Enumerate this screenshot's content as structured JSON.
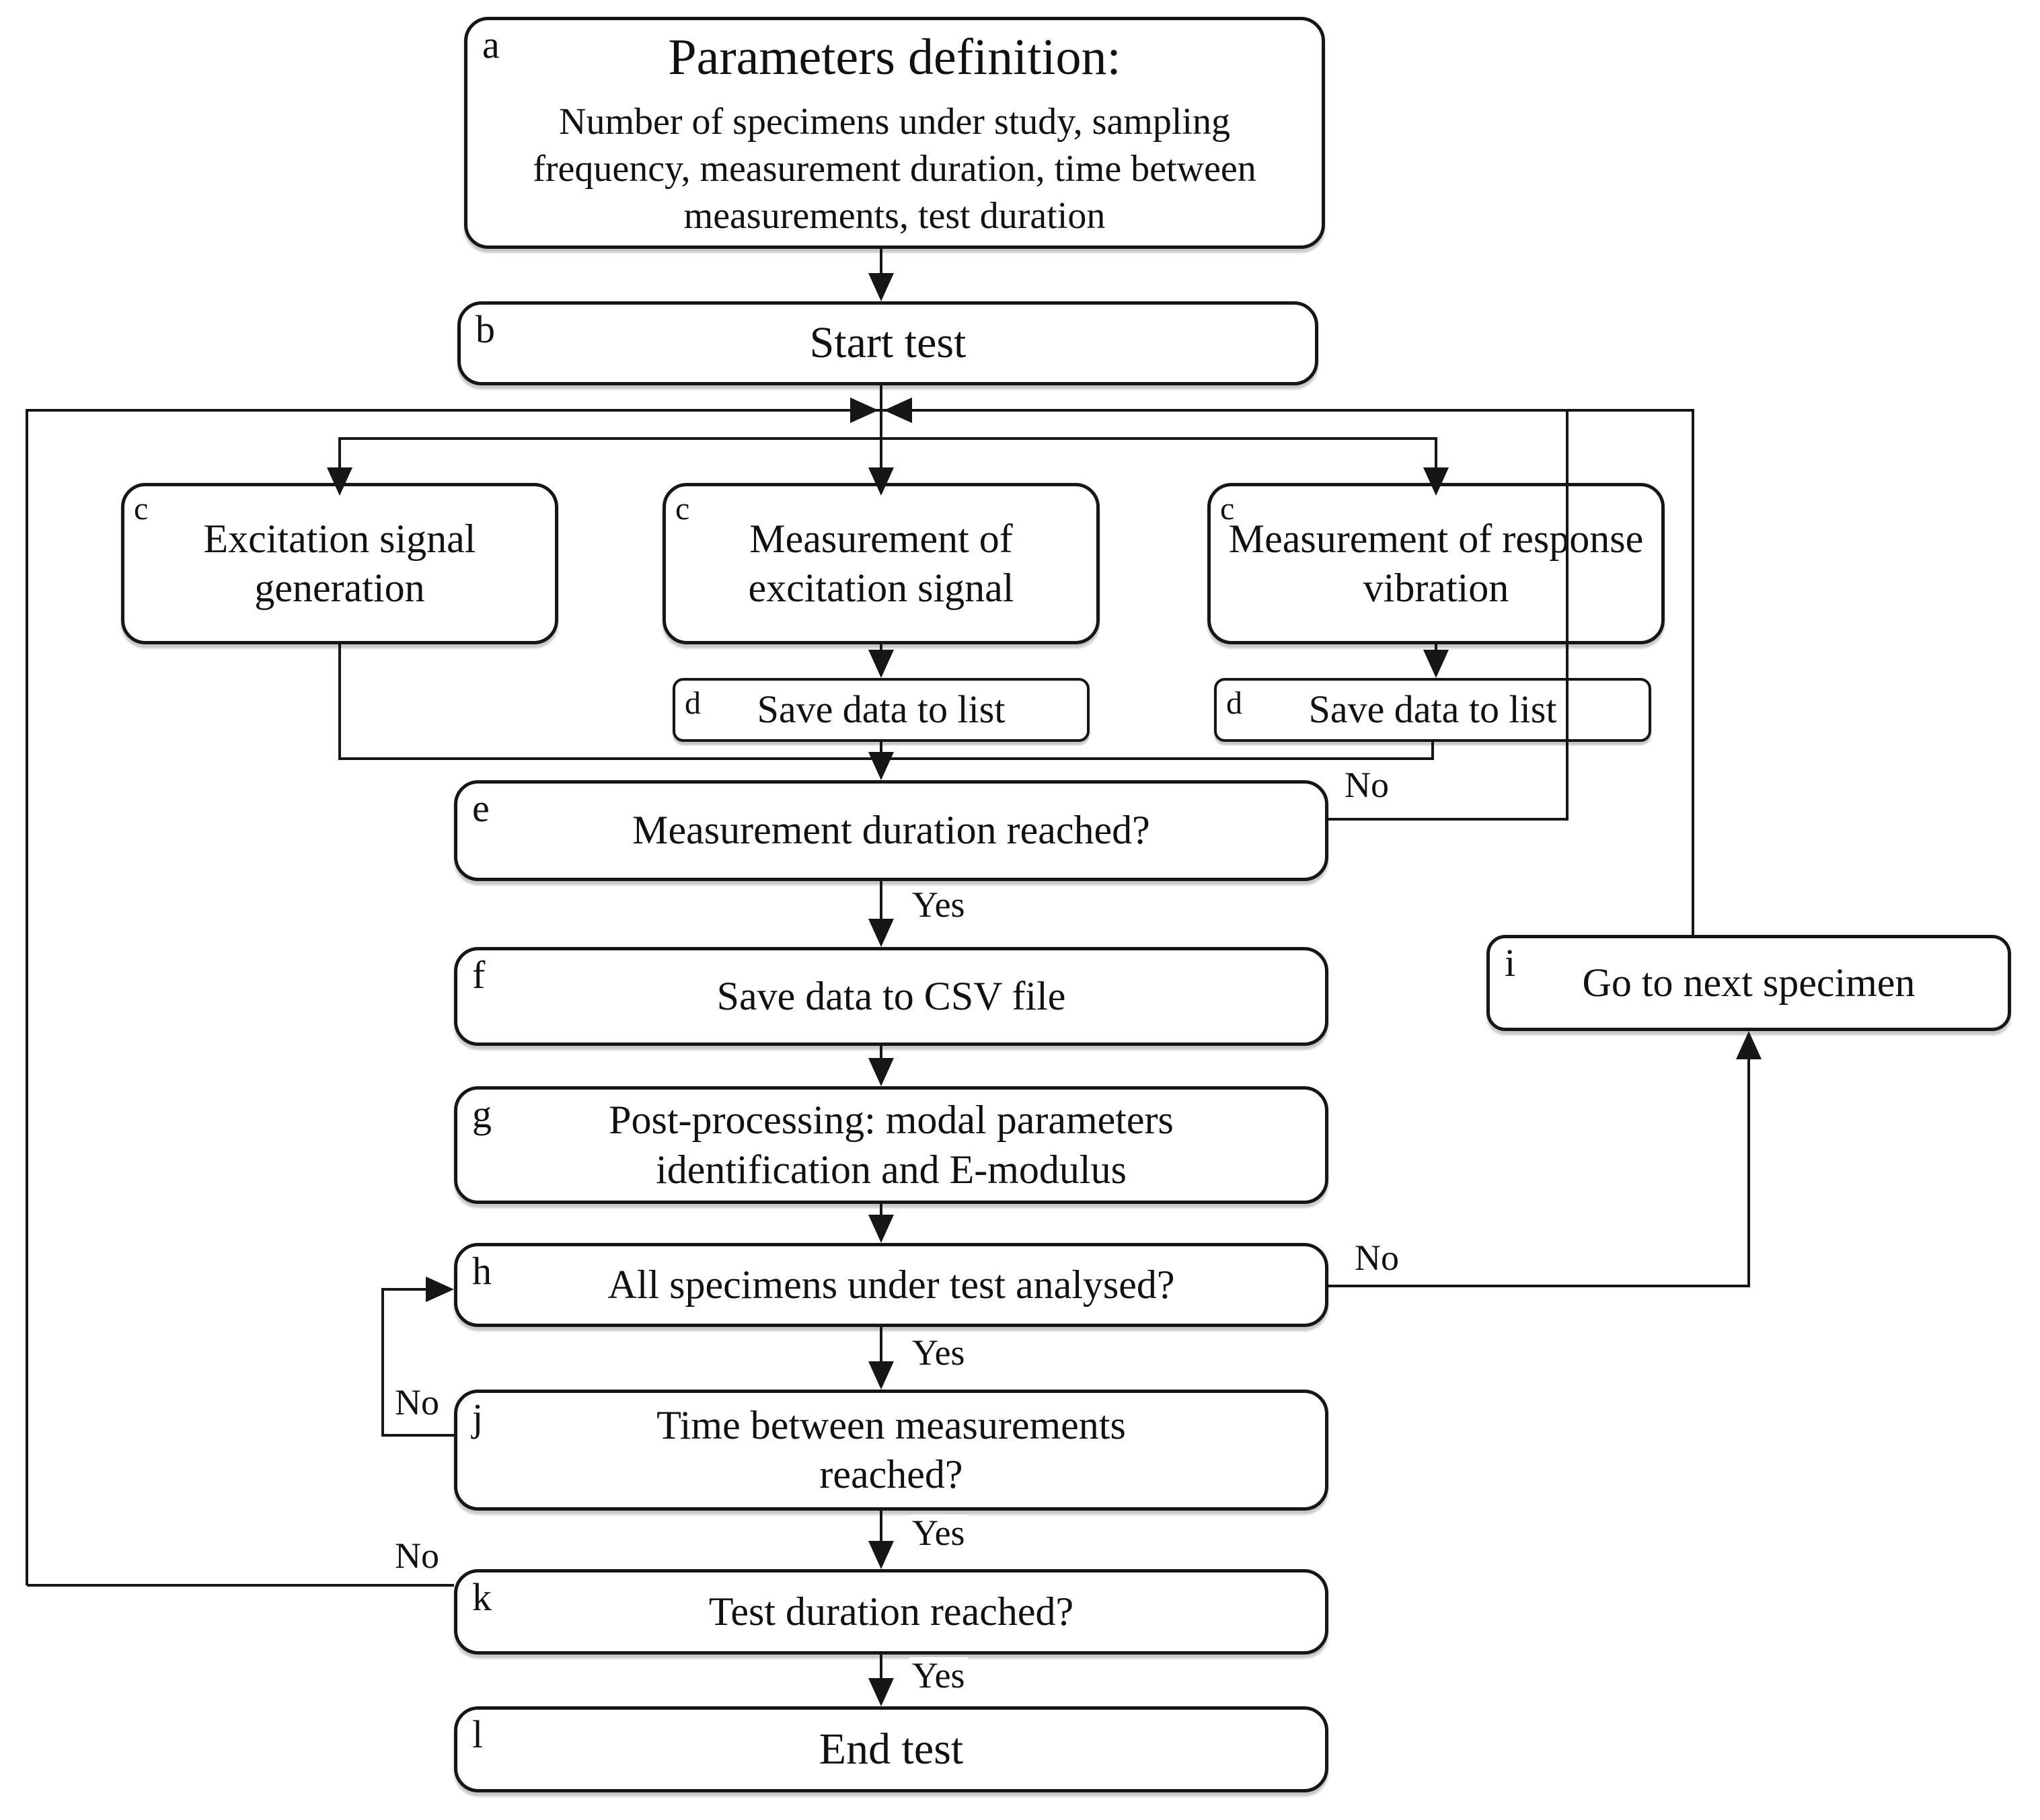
{
  "nodes": {
    "a": {
      "label": "a",
      "title": "Parameters definition:",
      "body": "Number of specimens under study, sampling frequency, measurement duration, time between measurements, test duration"
    },
    "b": {
      "label": "b",
      "text": "Start test"
    },
    "c1": {
      "label": "c",
      "text": "Excitation signal generation"
    },
    "c2": {
      "label": "c",
      "text": "Measurement of excitation signal"
    },
    "c3": {
      "label": "c",
      "text": "Measurement of response vibration"
    },
    "d1": {
      "label": "d",
      "text": "Save data to list"
    },
    "d2": {
      "label": "d",
      "text": "Save data to list"
    },
    "e": {
      "label": "e",
      "text": "Measurement duration reached?"
    },
    "f": {
      "label": "f",
      "text": "Save data to CSV file"
    },
    "g": {
      "label": "g",
      "text": "Post-processing: modal parameters identification and E-modulus"
    },
    "h": {
      "label": "h",
      "text": "All specimens under test analysed?"
    },
    "i": {
      "label": "i",
      "text": "Go to next specimen"
    },
    "j": {
      "label": "j",
      "text": "Time between measurements reached?"
    },
    "k": {
      "label": "k",
      "text": "Test duration reached?"
    },
    "l": {
      "label": "l",
      "text": "End test"
    }
  },
  "edge_labels": {
    "e_no": "No",
    "e_yes": "Yes",
    "h_no": "No",
    "h_yes": "Yes",
    "j_no": "No",
    "j_yes": "Yes",
    "k_no": "No",
    "k_yes": "Yes"
  },
  "colors": {
    "line": "#161616",
    "background": "#ffffff"
  }
}
